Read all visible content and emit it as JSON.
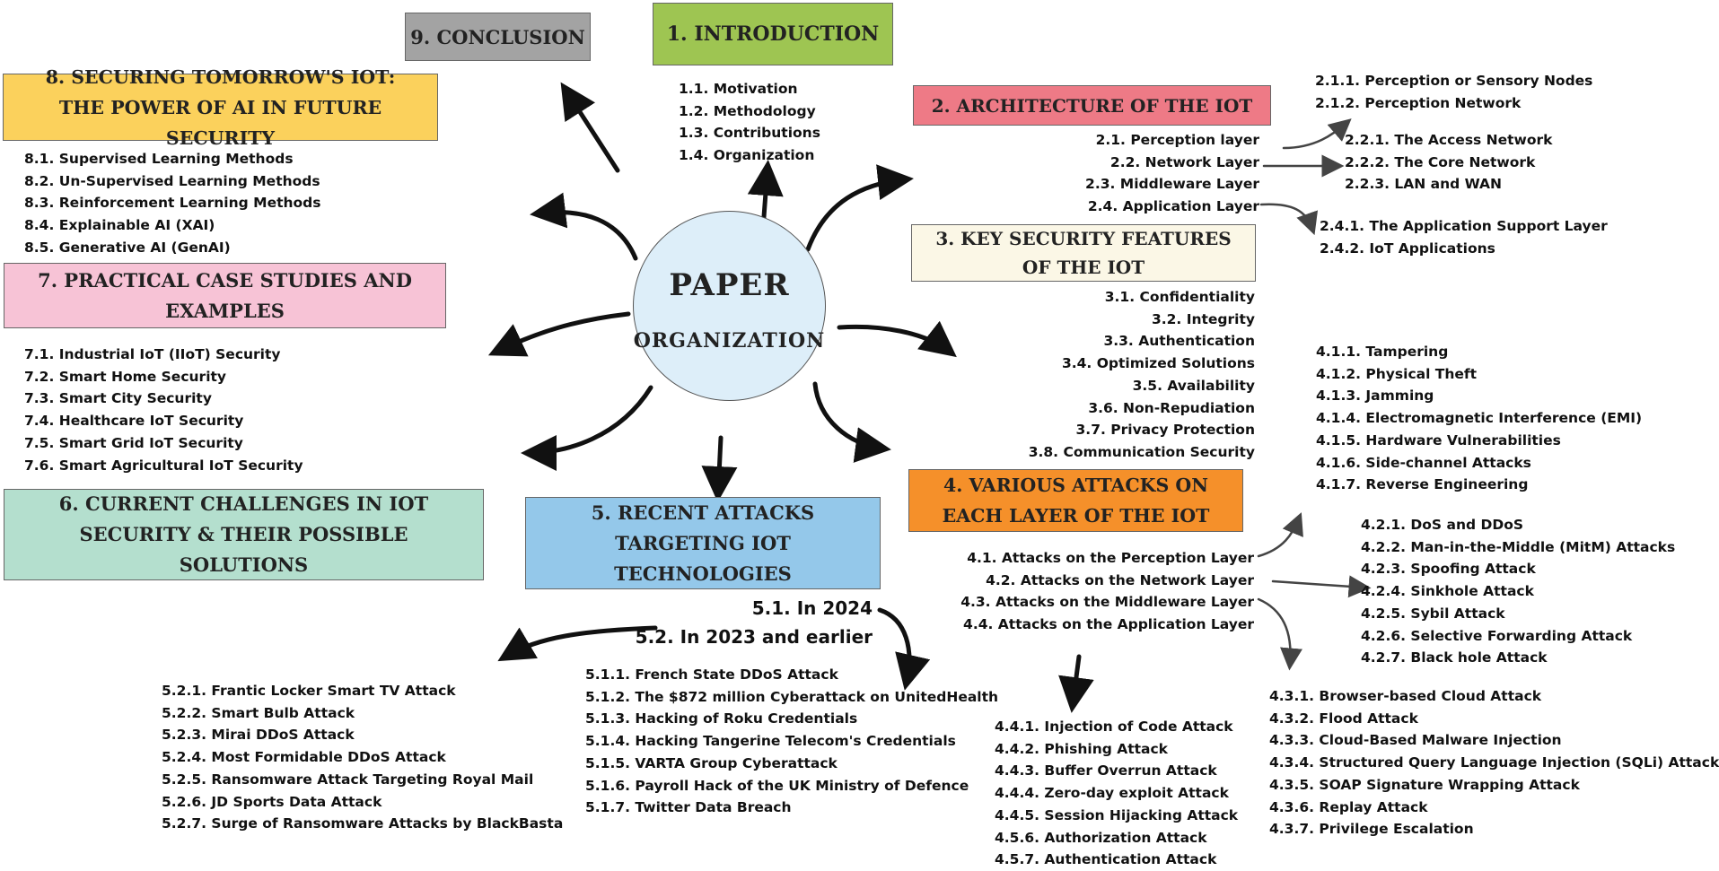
{
  "center": {
    "title": "PAPER",
    "subtitle": "ORGANIZATION"
  },
  "sections": {
    "s1": {
      "title": "1.  INTRODUCTION",
      "color": "#9ec552",
      "items": [
        "1.1. Motivation",
        "1.2. Methodology",
        "1.3. Contributions",
        "1.4. Organization"
      ]
    },
    "s2": {
      "title": "2. ARCHITECTURE OF THE IOT",
      "color": "#ee7a86",
      "items": [
        "2.1. Perception layer",
        "2.2. Network Layer",
        "2.3. Middleware Layer",
        "2.4. Application Layer"
      ],
      "sub_2_1": [
        "2.1.1. Perception or Sensory Nodes",
        "2.1.2. Perception Network"
      ],
      "sub_2_2": [
        "2.2.1. The Access Network",
        "2.2.2. The Core Network",
        "2.2.3. LAN and WAN"
      ],
      "sub_2_4": [
        "2.4.1. The Application Support Layer",
        "2.4.2. IoT Applications"
      ]
    },
    "s3": {
      "title": "3. KEY SECURITY FEATURES\nOF THE IOT",
      "color": "#fbf7e6",
      "items": [
        "3.1. Confidentiality",
        "3.2. Integrity",
        "3.3. Authentication",
        "3.4. Optimized Solutions",
        "3.5. Availability",
        "3.6. Non-Repudiation",
        "3.7. Privacy Protection",
        "3.8. Communication Security"
      ]
    },
    "s4": {
      "title": "4. VARIOUS ATTACKS ON\nEACH LAYER OF THE IOT",
      "color": "#f5902a",
      "items": [
        "4.1. Attacks on the Perception Layer",
        "4.2. Attacks on the Network Layer",
        "4.3. Attacks on the Middleware Layer",
        "4.4. Attacks on the Application Layer"
      ],
      "sub_4_1": [
        "4.1.1. Tampering",
        "4.1.2. Physical Theft",
        "4.1.3. Jamming",
        "4.1.4. Electromagnetic Interference (EMI)",
        "4.1.5. Hardware Vulnerabilities",
        "4.1.6. Side-channel Attacks",
        "4.1.7. Reverse Engineering"
      ],
      "sub_4_2": [
        "4.2.1. DoS and DDoS",
        "4.2.2. Man-in-the-Middle (MitM) Attacks",
        "4.2.3. Spoofing Attack",
        "4.2.4. Sinkhole Attack",
        "4.2.5. Sybil Attack",
        "4.2.6. Selective Forwarding Attack",
        "4.2.7. Black hole Attack"
      ],
      "sub_4_3": [
        "4.3.1. Browser-based Cloud Attack",
        "4.3.2. Flood Attack",
        "4.3.3. Cloud-Based Malware Injection",
        "4.3.4. Structured Query Language Injection (SQLi) Attack",
        "4.3.5. SOAP Signature Wrapping Attack",
        "4.3.6. Replay Attack",
        "4.3.7. Privilege Escalation"
      ],
      "sub_4_4": [
        "4.4.1. Injection of Code Attack",
        "4.4.2. Phishing Attack",
        "4.4.3. Buffer Overrun Attack",
        "4.4.4. Zero-day exploit Attack",
        "4.4.5. Session Hijacking Attack",
        "4.5.6. Authorization Attack",
        "4.5.7. Authentication Attack"
      ]
    },
    "s5": {
      "title": "5. RECENT ATTACKS\nTARGETING IOT\nTECHNOLOGIES",
      "color": "#94c8ea",
      "items": [
        "5.1. In 2024",
        "5.2. In 2023 and earlier"
      ],
      "sub_5_1": [
        "5.1.1. French State DDoS Attack",
        "5.1.2. The $872 million Cyberattack on UnitedHealth",
        "5.1.3. Hacking of Roku Credentials",
        "5.1.4. Hacking Tangerine Telecom's Credentials",
        "5.1.5. VARTA Group Cyberattack",
        "5.1.6. Payroll Hack of the UK Ministry of Defence",
        "5.1.7. Twitter Data Breach"
      ],
      "sub_5_2": [
        "5.2.1. Frantic Locker Smart TV Attack",
        "5.2.2. Smart Bulb Attack",
        "5.2.3. Mirai DDoS Attack",
        "5.2.4. Most Formidable DDoS Attack",
        "5.2.5. Ransomware Attack Targeting Royal Mail",
        "5.2.6. JD Sports Data Attack",
        "5.2.7. Surge of Ransomware Attacks by BlackBasta"
      ]
    },
    "s6": {
      "title": "6. CURRENT CHALLENGES IN IOT\nSECURITY & THEIR POSSIBLE\nSOLUTIONS",
      "color": "#b4dfce"
    },
    "s7": {
      "title": "7. PRACTICAL CASE STUDIES AND\nEXAMPLES",
      "color": "#f7c3d6",
      "items": [
        "7.1. Industrial IoT (IIoT) Security",
        "7.2. Smart Home Security",
        "7.3. Smart City Security",
        "7.4. Healthcare IoT Security",
        "7.5. Smart Grid IoT Security",
        "7.6. Smart Agricultural IoT Security"
      ]
    },
    "s8": {
      "title": "8. SECURING TOMORROW'S IOT:\nTHE POWER OF AI IN FUTURE SECURITY",
      "color": "#fbd15c",
      "items": [
        "8.1. Supervised Learning Methods",
        "8.2. Un-Supervised Learning Methods",
        "8.3. Reinforcement Learning Methods",
        "8.4. Explainable AI (XAI)",
        "8.5. Generative AI (GenAI)"
      ]
    },
    "s9": {
      "title": "9. CONCLUSION",
      "color": "#a3a3a3"
    }
  }
}
